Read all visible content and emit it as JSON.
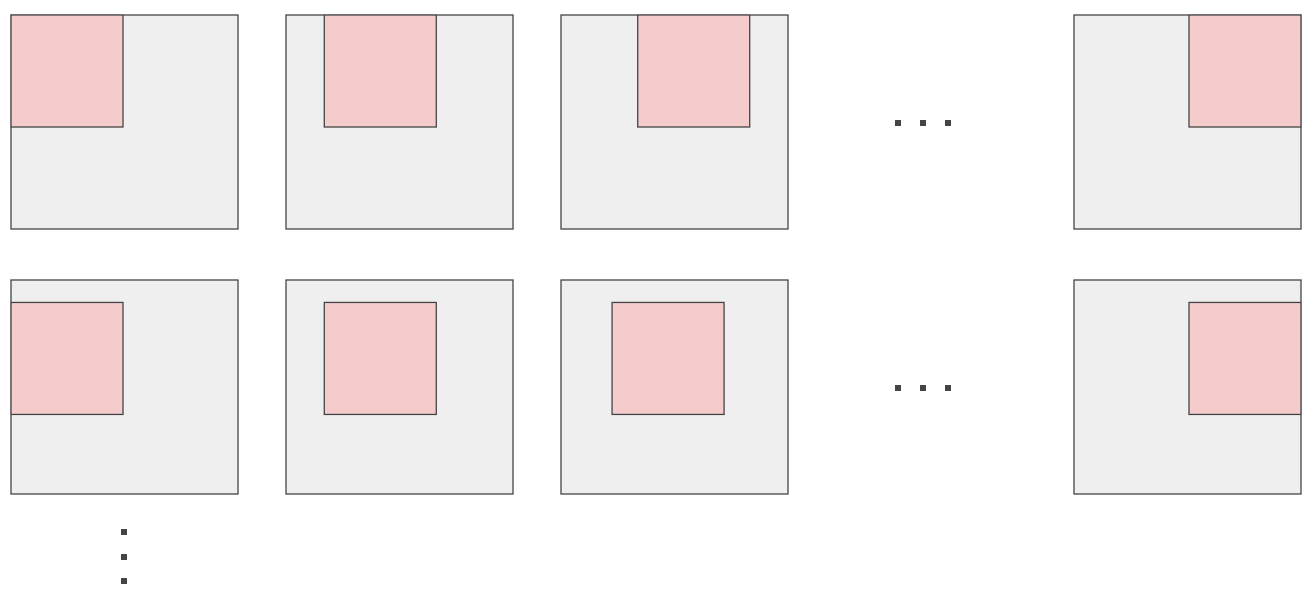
{
  "diagram": {
    "description_free": true,
    "colors": {
      "frame_fill": "#efefef",
      "frame_stroke": "#444444",
      "window_fill": "#f4cccc",
      "window_stroke": "#444444",
      "ellipsis": "#444444"
    },
    "rows": [
      {
        "frames": 4,
        "window_offsets": [
          0,
          0.333,
          0.667,
          1
        ],
        "window_vertical_offset": 0,
        "ellipsis_after": 3
      },
      {
        "frames": 4,
        "window_offsets": [
          0,
          0.333,
          0.444,
          1
        ],
        "window_vertical_offset": 0.22,
        "ellipsis_after": 3
      }
    ],
    "continues_down": true
  }
}
